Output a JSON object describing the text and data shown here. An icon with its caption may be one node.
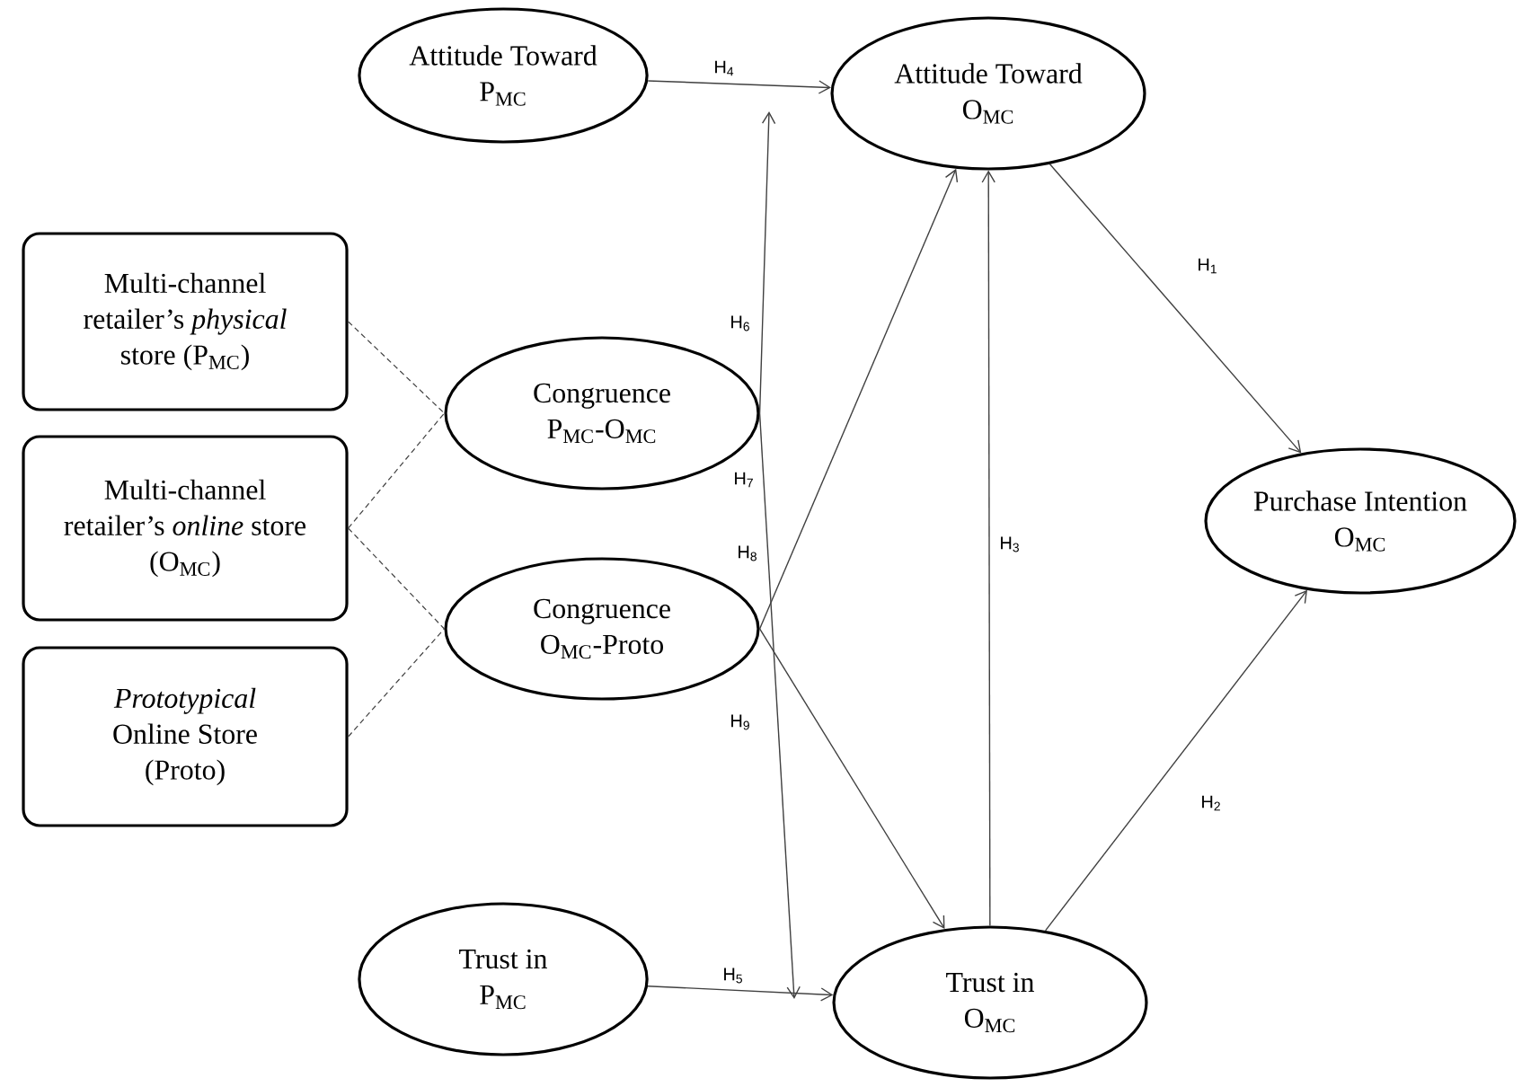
{
  "diagram": {
    "nodes": [
      {
        "text": [
          "Attitude Toward P$_{MC}$"
        ]
      },
      {
        "text": [
          "Attitude Toward O$_{MC}$"
        ]
      },
      {
        "text": [
          "Multi-channel retailer’s *physical* store (P$_{MC}$)"
        ]
      },
      {
        "text": [
          "Congruence P$_{MC}$-O$_{MC}$"
        ]
      },
      {
        "text": [
          "Multi-channel retailer’s *online* store (O$_{MC}$)"
        ]
      },
      {
        "text": [
          "Congruence O$_{MC}$-Proto"
        ]
      },
      {
        "text": [
          "*Prototypical* Online Store (Proto)"
        ]
      },
      {
        "text": [
          "Purchase Intention O$_{MC}$"
        ]
      },
      {
        "text": [
          "Trust in P$_{MC}$"
        ]
      },
      {
        "text": [
          "Trust in O$_{MC}$"
        ]
      }
    ],
    "edges": [
      {
        "from": 0,
        "to": 1,
        "arrow": "to",
        "label": "H$_{4}$"
      },
      {
        "from": 1,
        "to": 7,
        "arrow": "to",
        "label": "H$_{1}$"
      },
      {
        "from": 9,
        "to": 7,
        "arrow": "to",
        "label": "H$_{2}$"
      },
      {
        "from": 9,
        "to": 1,
        "arrow": "to",
        "label": "H$_{3}$"
      },
      {
        "from": 8,
        "to": 9,
        "arrow": "to",
        "label": "H$_{5}$"
      },
      {
        "from": 3,
        "to": null,
        "arrow": "to",
        "label": "H$_{6}$"
      },
      {
        "from": 3,
        "to": null,
        "arrow": "to",
        "label": "H$_{7}$"
      },
      {
        "from": 5,
        "to": 1,
        "arrow": "to",
        "label": "H$_{8}$"
      },
      {
        "from": 5,
        "to": 9,
        "arrow": "to",
        "label": "H$_{9}$"
      },
      {
        "from": 2,
        "to": 3,
        "arrow": "none",
        "style": "dashed"
      },
      {
        "from": 4,
        "to": 3,
        "arrow": "none",
        "style": "dashed"
      },
      {
        "from": 4,
        "to": 5,
        "arrow": "none",
        "style": "dashed"
      },
      {
        "from": 6,
        "to": 5,
        "arrow": "none",
        "style": "dashed"
      }
    ]
  }
}
